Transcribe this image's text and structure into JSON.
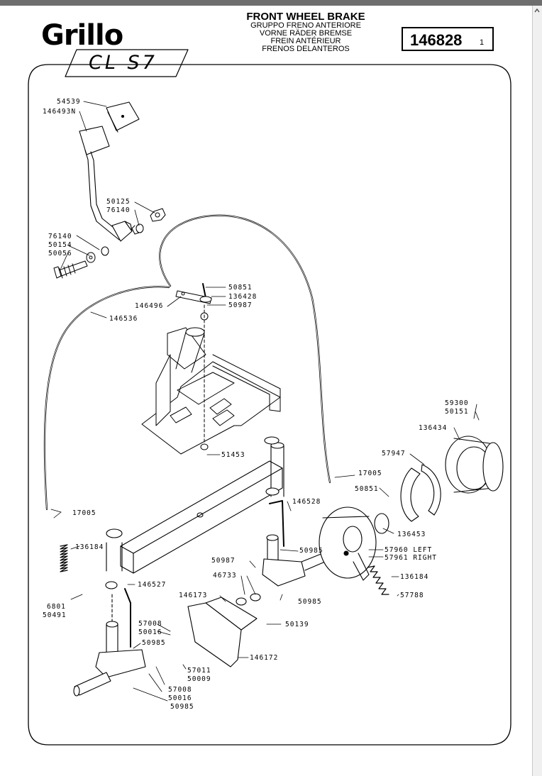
{
  "header": {
    "brand": "Grillo",
    "model": "CL S7",
    "title": "FRONT WHEEL BRAKE",
    "subtitles": [
      "GRUPPO FRENO ANTERIORE",
      "VORNE RÄDER BREMSE",
      "FREIN ANTÉRIEUR",
      "FRENOS DELANTEROS"
    ],
    "part_number": "146828",
    "sheet": "1"
  },
  "callouts": [
    {
      "id": "c1",
      "text": "54539"
    },
    {
      "id": "c2",
      "text": "146493N"
    },
    {
      "id": "c3",
      "text": "50125"
    },
    {
      "id": "c4",
      "text": "76140"
    },
    {
      "id": "c5",
      "text": "76140"
    },
    {
      "id": "c6",
      "text": "50154"
    },
    {
      "id": "c7",
      "text": "50056"
    },
    {
      "id": "c8",
      "text": "50851"
    },
    {
      "id": "c9",
      "text": "136428"
    },
    {
      "id": "c10",
      "text": "146496"
    },
    {
      "id": "c11",
      "text": "50987"
    },
    {
      "id": "c12",
      "text": "146536"
    },
    {
      "id": "c13",
      "text": "59300"
    },
    {
      "id": "c14",
      "text": "50151"
    },
    {
      "id": "c15",
      "text": "136434"
    },
    {
      "id": "c16",
      "text": "51453"
    },
    {
      "id": "c17",
      "text": "57947"
    },
    {
      "id": "c18",
      "text": "17005"
    },
    {
      "id": "c19",
      "text": "50851"
    },
    {
      "id": "c20",
      "text": "146528"
    },
    {
      "id": "c21",
      "text": "17005"
    },
    {
      "id": "c22",
      "text": "136453"
    },
    {
      "id": "c23",
      "text": "57960 LEFT"
    },
    {
      "id": "c24",
      "text": "57961 RIGHT"
    },
    {
      "id": "c25",
      "text": "136184"
    },
    {
      "id": "c26",
      "text": "50987"
    },
    {
      "id": "c27",
      "text": "50985"
    },
    {
      "id": "c28",
      "text": "46733"
    },
    {
      "id": "c29",
      "text": "136184"
    },
    {
      "id": "c30",
      "text": "57788"
    },
    {
      "id": "c31",
      "text": "146527"
    },
    {
      "id": "c32",
      "text": "146173"
    },
    {
      "id": "c33",
      "text": "50985"
    },
    {
      "id": "c34",
      "text": "6801"
    },
    {
      "id": "c35",
      "text": "50491"
    },
    {
      "id": "c36",
      "text": "50139"
    },
    {
      "id": "c37",
      "text": "57008"
    },
    {
      "id": "c38",
      "text": "50016"
    },
    {
      "id": "c39",
      "text": "50985"
    },
    {
      "id": "c40",
      "text": "146172"
    },
    {
      "id": "c41",
      "text": "57011"
    },
    {
      "id": "c42",
      "text": "50009"
    },
    {
      "id": "c43",
      "text": "57008"
    },
    {
      "id": "c44",
      "text": "50016"
    },
    {
      "id": "c45",
      "text": "50985"
    }
  ]
}
